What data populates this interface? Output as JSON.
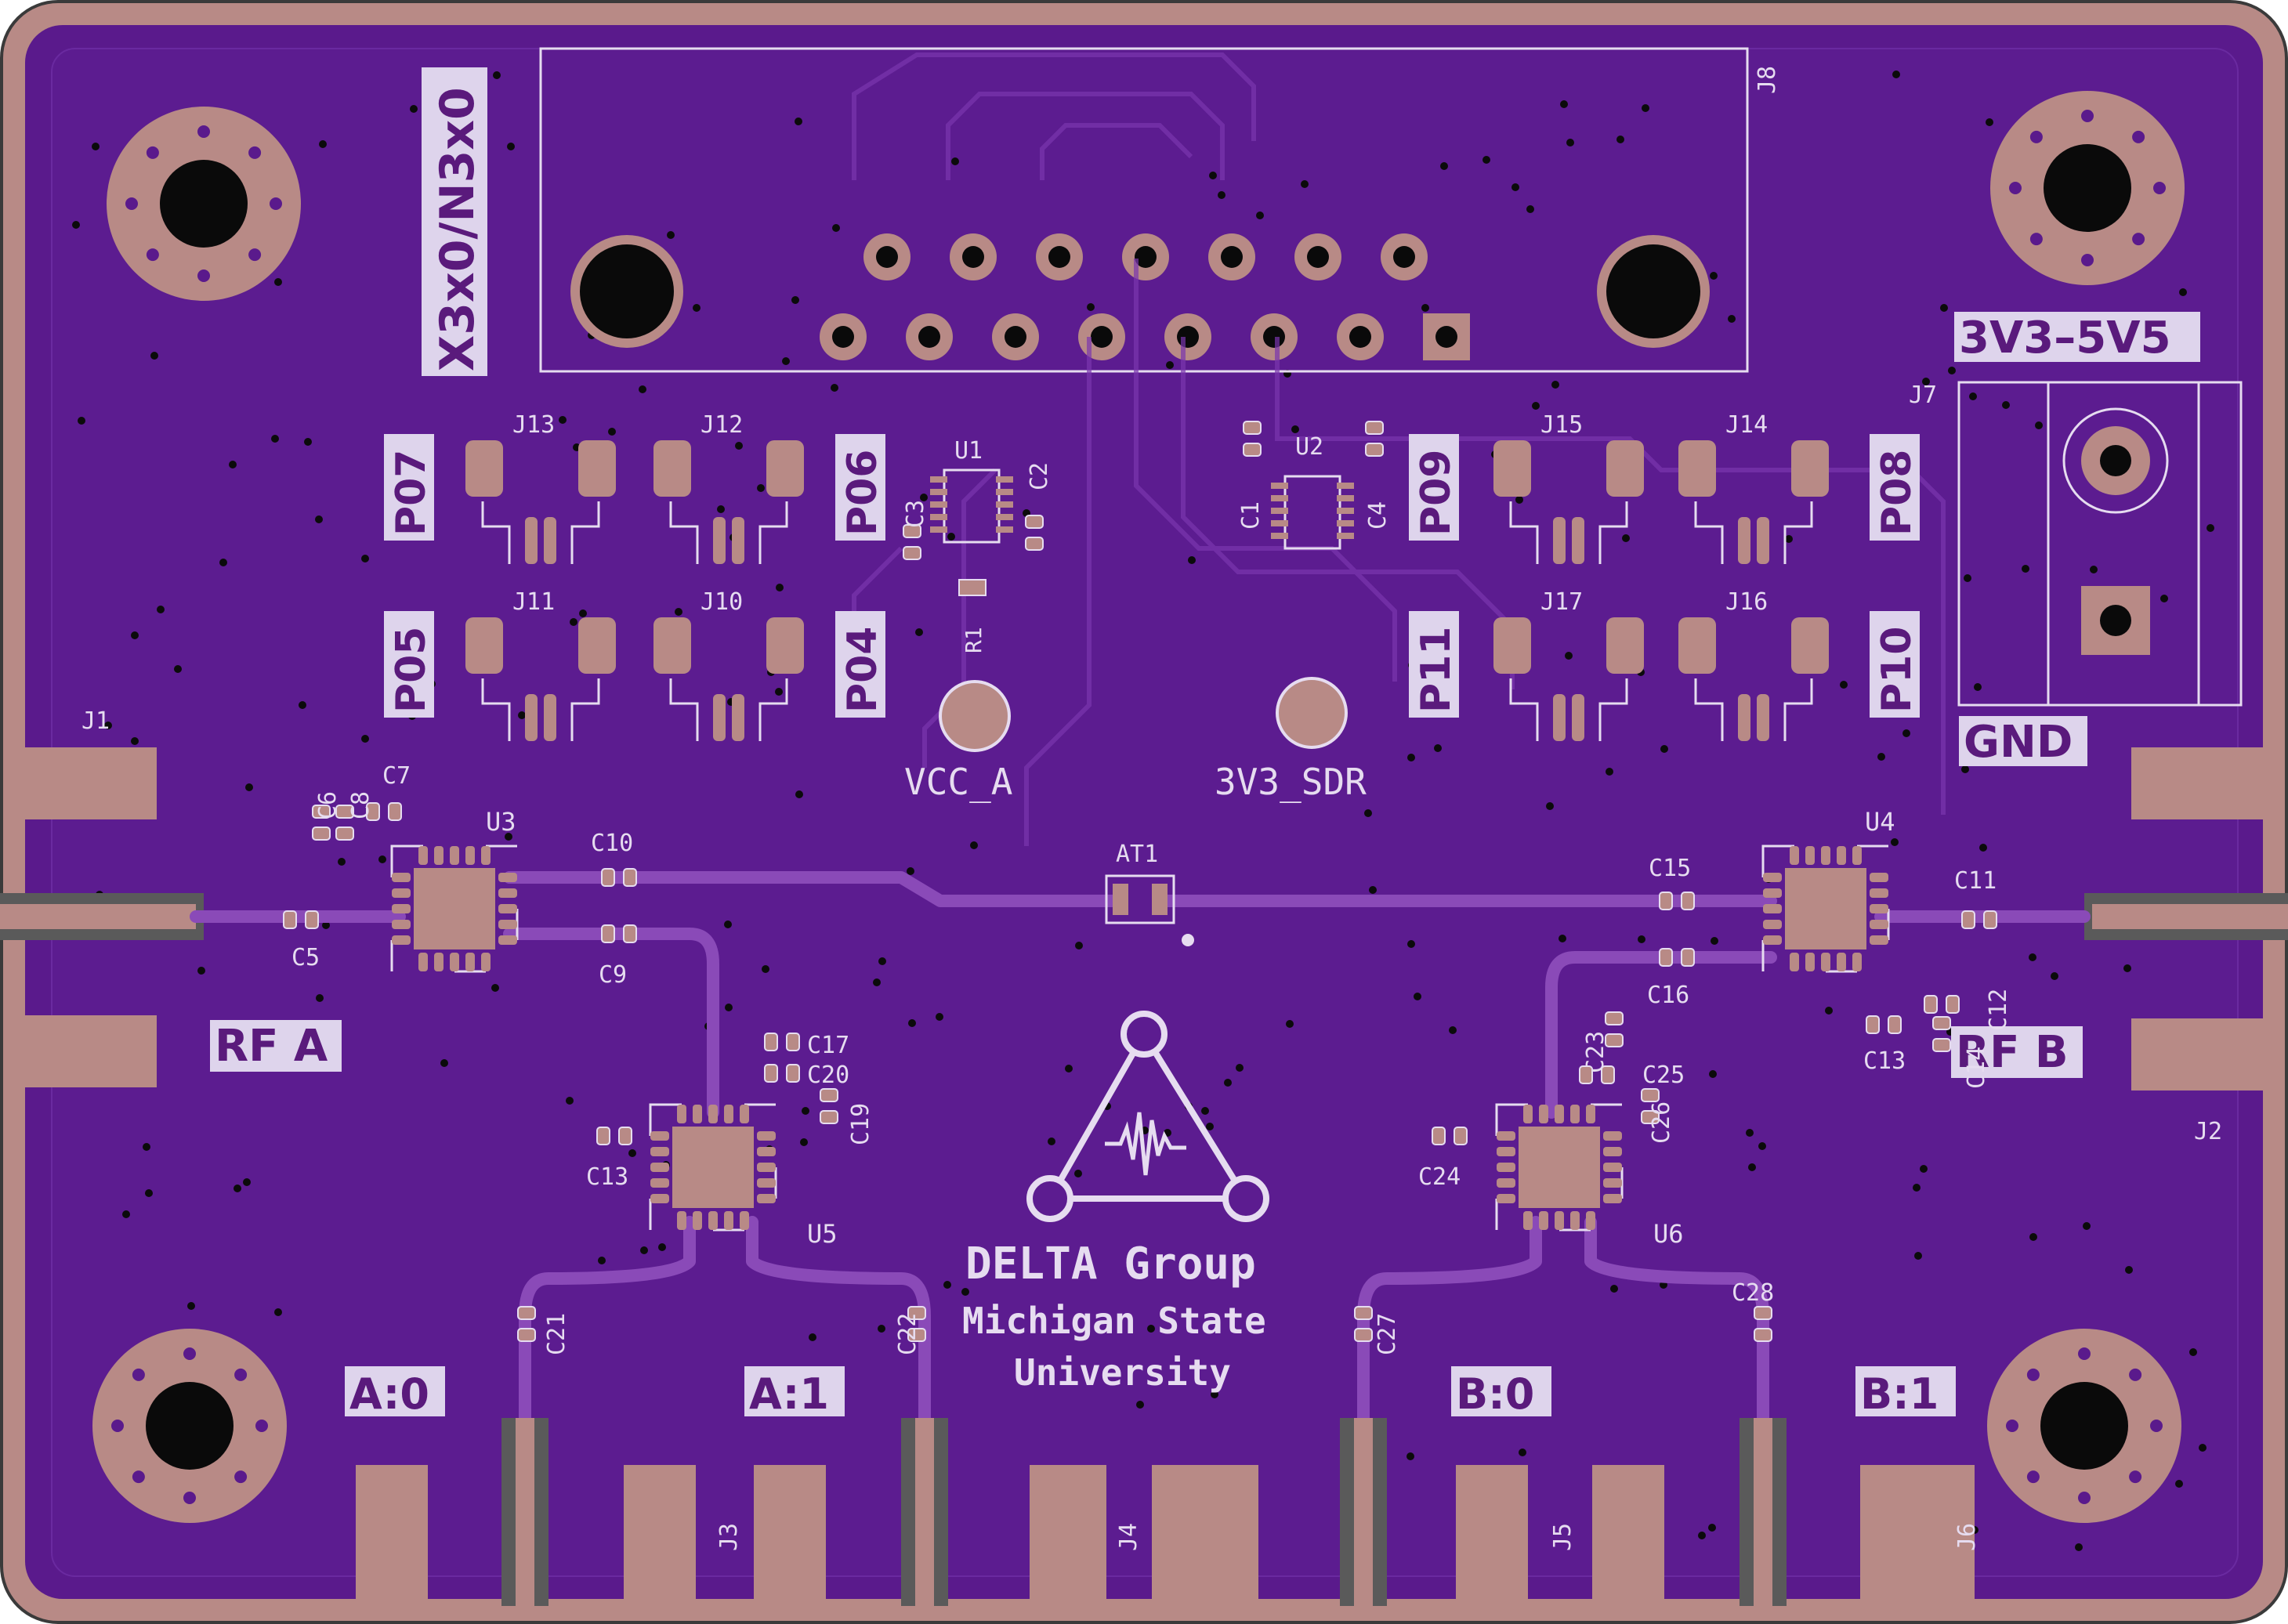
{
  "board": {
    "colors": {
      "soldermask": "#5a1a8c",
      "copper": "#b88a86",
      "silkscreen": "#e6dcf0",
      "trace": "#6e2aa2",
      "label_box": "#ded4ec",
      "drill": "#0a0a0a"
    },
    "sma_connector": {
      "ref": "J8",
      "part": "X3x0/N3x0"
    },
    "power_connector": {
      "ref": "J7",
      "top_label": "3V3–5V5",
      "bottom_label": "GND"
    },
    "port_labels": [
      "P07",
      "P06",
      "P05",
      "P04",
      "P09",
      "P08",
      "P11",
      "P10"
    ],
    "jumper_refs": [
      "J13",
      "J12",
      "J11",
      "J10",
      "J15",
      "J14",
      "J17",
      "J16"
    ],
    "ic_refs": [
      "U1",
      "U2",
      "U3",
      "U4",
      "U5",
      "U6"
    ],
    "attenuator_ref": "AT1",
    "test_points": [
      "VCC_A",
      "3V3_SDR"
    ],
    "rf_ports": [
      {
        "ref": "J1",
        "label": "RF A"
      },
      {
        "ref": "J2",
        "label": "RF B"
      }
    ],
    "output_connectors": [
      "J3",
      "J4",
      "J5",
      "J6"
    ],
    "output_labels": [
      "A:0",
      "A:1",
      "B:0",
      "B:1"
    ],
    "capacitors": [
      "C1",
      "C2",
      "C3",
      "C4",
      "C5",
      "C6",
      "C7",
      "C8",
      "C9",
      "C10",
      "C11",
      "C12",
      "C13",
      "C13",
      "C14",
      "C15",
      "C16",
      "C17",
      "C19",
      "C20",
      "C21",
      "C22",
      "C23",
      "C24",
      "C25",
      "C26",
      "C27",
      "C28"
    ],
    "resistor": "R1",
    "logo": {
      "line1": "DELTA Group",
      "line2": "Michigan State",
      "line3": "University"
    }
  }
}
